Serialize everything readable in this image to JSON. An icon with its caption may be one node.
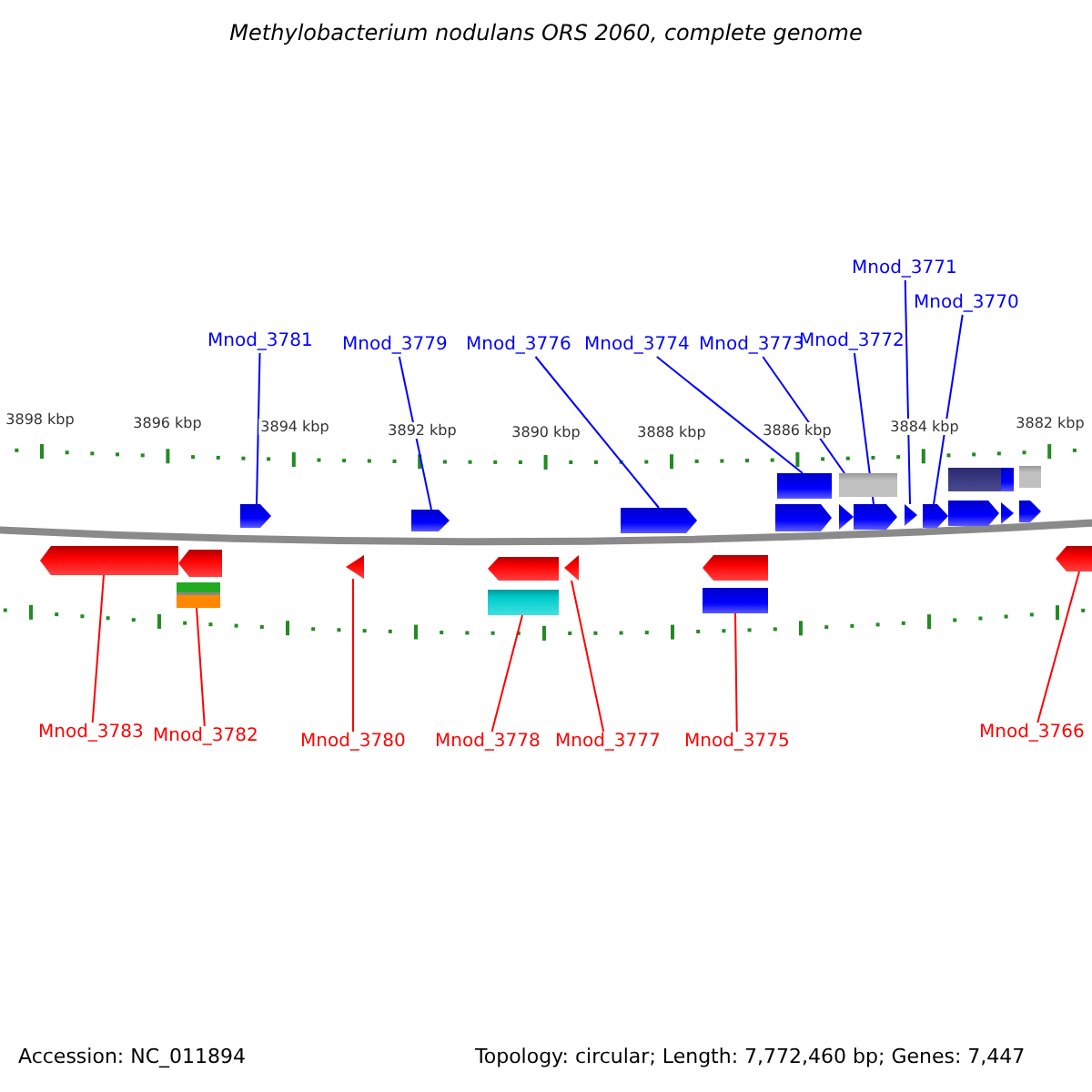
{
  "diagram": {
    "title": "Methylobacterium nodulans ORS 2060, complete genome",
    "nodes": [
      {
        "text": [
          "Mnod_3781"
        ]
      },
      {
        "text": [
          "Mnod_3779"
        ]
      },
      {
        "text": [
          "Mnod_3776"
        ]
      },
      {
        "text": [
          "Mnod_3774"
        ]
      },
      {
        "text": [
          "Mnod_3773"
        ]
      },
      {
        "text": [
          "Mnod_3772"
        ]
      },
      {
        "text": [
          "Mnod_3771"
        ]
      },
      {
        "text": [
          "Mnod_3770"
        ]
      },
      {
        "text": [
          "Mnod_3783"
        ]
      },
      {
        "text": [
          "Mnod_3782"
        ]
      },
      {
        "text": [
          "Mnod_3780"
        ]
      },
      {
        "text": [
          "Mnod_3778"
        ]
      },
      {
        "text": [
          "Mnod_3777"
        ]
      },
      {
        "text": [
          "Mnod_3775"
        ]
      },
      {
        "text": [
          "Mnod_3766"
        ]
      },
      {
        "text": [],
        "shape": "arrow"
      },
      {
        "text": [],
        "shape": "arrow"
      },
      {
        "text": [],
        "shape": "bar"
      },
      {
        "text": [],
        "shape": "arrow"
      },
      {
        "text": [],
        "shape": "arrow"
      },
      {
        "text": [],
        "shape": "arrow"
      },
      {
        "text": [],
        "shape": "arrow"
      },
      {
        "text": [],
        "shape": "bar"
      },
      {
        "text": [],
        "shape": "arrow"
      },
      {
        "text": [],
        "shape": "arrow"
      },
      {
        "text": [],
        "shape": "arrow"
      },
      {
        "text": [],
        "shape": "bar"
      },
      {
        "text": [],
        "shape": "bar"
      },
      {
        "text": [],
        "shape": "arrow"
      },
      {
        "text": [],
        "shape": "bar"
      },
      {
        "text": [],
        "shape": "arrow"
      },
      {
        "text": [],
        "shape": "arrow"
      },
      {
        "text": [],
        "shape": "arrow"
      },
      {
        "text": [],
        "shape": "arrow"
      },
      {
        "text": [],
        "shape": "bar"
      },
      {
        "text": [],
        "shape": "arrow"
      },
      {
        "text": [],
        "shape": "bar"
      },
      {
        "text": [],
        "shape": "arrow"
      },
      {
        "text": [],
        "shape": "bar"
      },
      {
        "text": [],
        "shape": "arrow"
      },
      {
        "text": [],
        "shape": "arrow"
      }
    ],
    "edges": [
      {
        "from": 0,
        "to": 18,
        "arrow": "none"
      },
      {
        "from": 1,
        "to": 20,
        "arrow": "none"
      },
      {
        "from": 2,
        "to": 24,
        "arrow": "none"
      },
      {
        "from": 3,
        "to": 27,
        "arrow": "none"
      },
      {
        "from": 4,
        "to": 29,
        "arrow": "none"
      },
      {
        "from": 5,
        "to": 31,
        "arrow": "none"
      },
      {
        "from": 6,
        "to": 32,
        "arrow": "none"
      },
      {
        "from": 7,
        "to": 33,
        "arrow": "none"
      },
      {
        "from": 8,
        "to": 15,
        "arrow": "none",
        "color": "#ff0000"
      },
      {
        "from": 9,
        "to": 17,
        "arrow": "none",
        "color": "#ff0000"
      },
      {
        "from": 10,
        "to": 19,
        "arrow": "none",
        "color": "#ff0000"
      },
      {
        "from": 11,
        "to": 22,
        "arrow": "none",
        "color": "#ff0000"
      },
      {
        "from": 12,
        "to": 23,
        "arrow": "none",
        "color": "#ff0000"
      },
      {
        "from": 13,
        "to": 26,
        "arrow": "none",
        "color": "#ff0000"
      },
      {
        "from": 14,
        "to": 40,
        "arrow": "none",
        "color": "#ff0000"
      }
    ],
    "labels": [
      "3898 kbp",
      "3896 kbp",
      "3894 kbp",
      "3892 kbp",
      "3890 kbp",
      "3888 kbp",
      "3886 kbp",
      "3884 kbp",
      "3882 kbp",
      "Accession: NC_011894",
      "Topology: circular; Length: 7,772,460 bp; Genes: 7,447"
    ]
  }
}
